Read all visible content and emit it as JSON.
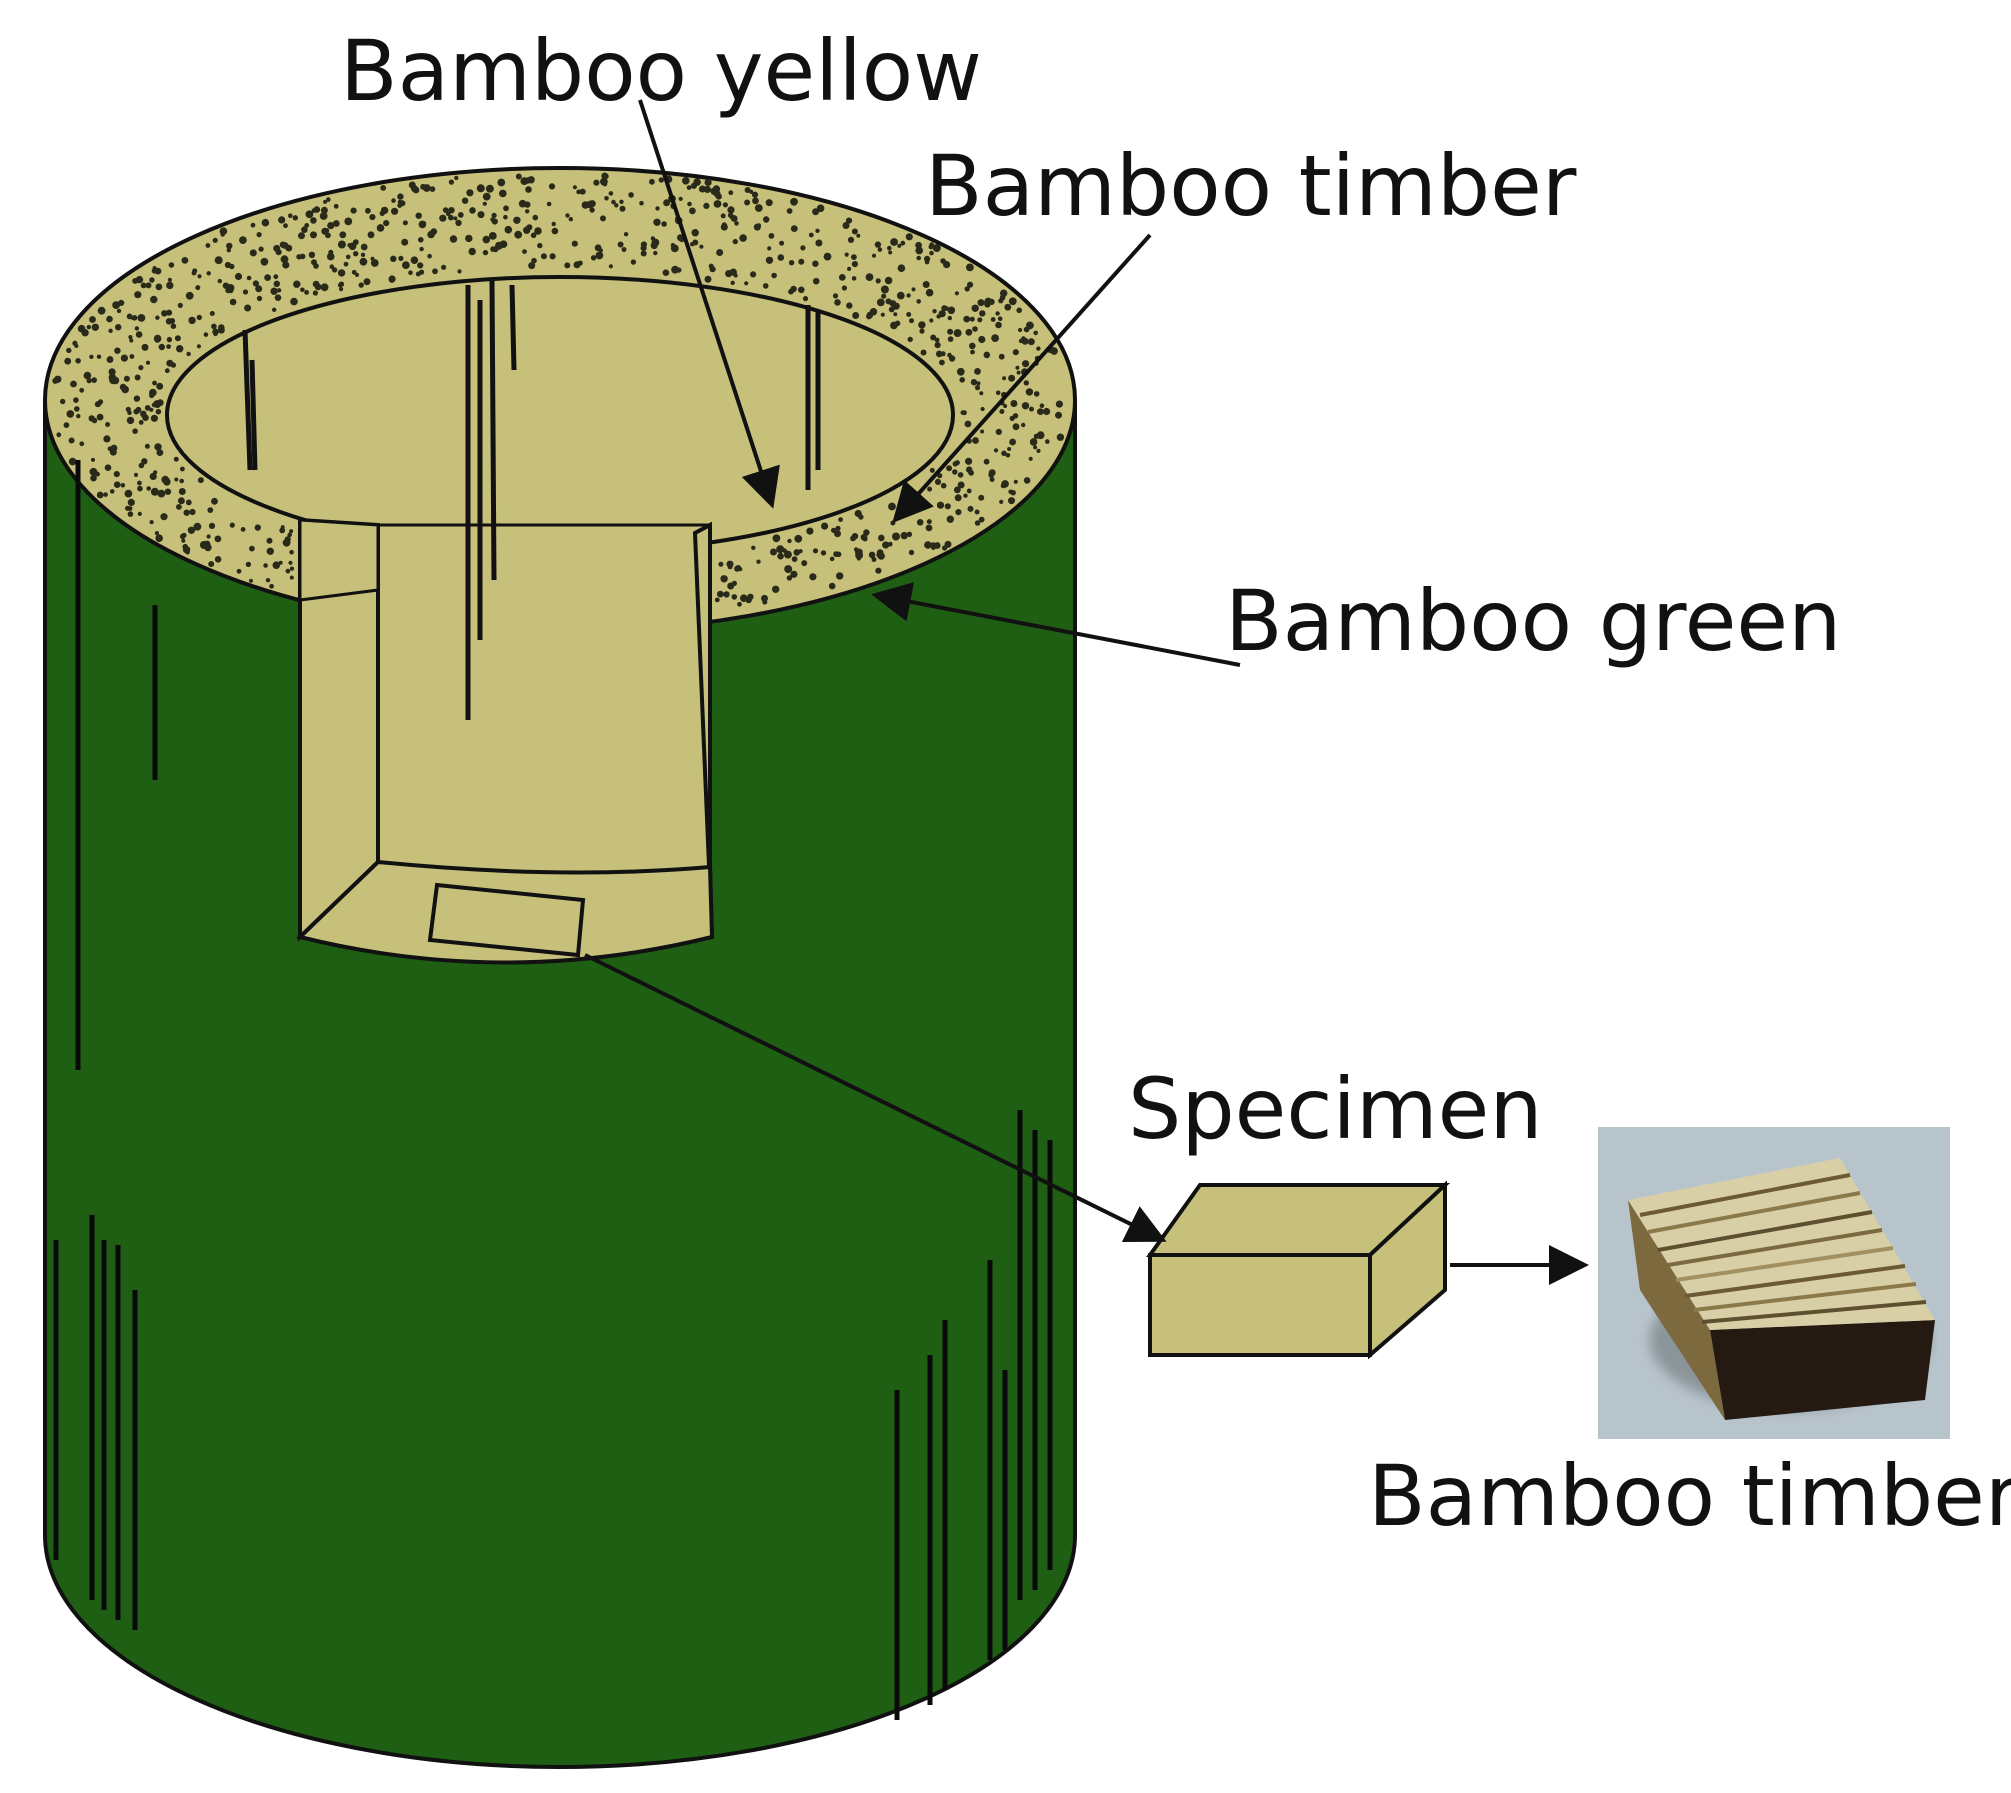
{
  "labels": {
    "bamboo_yellow": "Bamboo yellow",
    "bamboo_timber_top": "Bamboo timber",
    "bamboo_green": "Bamboo green",
    "specimen": "Specimen",
    "bamboo_timber_photo": "Bamboo timber"
  },
  "colors": {
    "bamboo_green": "#1e5f14",
    "bamboo_yellow": "#c6c07b",
    "outline": "#111111",
    "photo_background": "#b8c4cc",
    "specimen_top": "#d9cfa6",
    "specimen_dark_side": "#241a12"
  }
}
